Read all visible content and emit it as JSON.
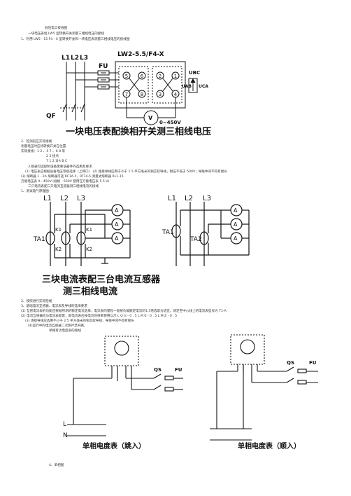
{
  "header": {
    "title": "低压电工接线图",
    "subtitle": "一块电压表经 LW5 型转换开关测量三相线电压的接线",
    "item1": "1、利用 LW5 - 15 F4 - X 型转换开关和一块电压表测量三相线电压的接线图"
  },
  "fig1": {
    "phase_labels": [
      "L1",
      "L2",
      "L3"
    ],
    "switch_model": "LW2-5.5/F4-X",
    "fuse_label": "FU",
    "breaker_label": "QF",
    "voltmeter_symbol": "V",
    "voltmeter_range": "0~450V",
    "ubc": "UBC",
    "uab": "UAB",
    "uca": "UCA",
    "terminals": [
      "1",
      "2",
      "3",
      "4",
      "5",
      "6",
      "7",
      "8"
    ],
    "caption": "一块电压表配换相开关测三相线电压"
  },
  "section2": {
    "line1": "2、检测前应实际接线",
    "line2": "测量电压时应将转换开关在位置",
    "line3": "实际接线：1  2  、5  7 、6  8  等",
    "line4": "2 3 接点",
    "line5": "7 1 2 对A B C",
    "line6": "3.接通可选控制设备需要该器件的选用及要求",
    "line7": "(1) 电压表应根据设备电压等级选择（上网口）    (2) 连接导线应用于小于 1.5 平方毫米的铜芯软导线，耐压不低于 500V；导线中间不得有接头",
    "line8": "(3) 熔断器 1 - 2A 熔断器可选 RC1A-5，RT14-5  测量式熔断器 RL1-15",
    "line9": "万能电压表  0 - 450V  (规格 - 500V 使用在万能电压表 5.5 V)",
    "line10": "二只电流表配二只电流互感器测三相线电流的接线",
    "line11": "1、测试电气原理图"
  },
  "fig2": {
    "left_phases": [
      "L1",
      "L2",
      "L3"
    ],
    "right_phases": [
      "L1",
      "L2",
      "L3"
    ],
    "ta_labels": [
      "TA1",
      "TA2"
    ],
    "k_labels": [
      "K1",
      "K2",
      "K1",
      "K2"
    ],
    "ammeter_symbol": "A",
    "caption_line1": "三块电流表配三台电流互感器",
    "caption_line2": "测三相线电流"
  },
  "section3": {
    "line1": "2、按照进行实际检线",
    "line2": "3、基础电流互感器、电流表及导线的选择要求",
    "line3": "(1) 互感电流表的功能应根据所测的额定电流选择，电流表的量程一般按负载额定电流的1.5倍选取为适宜，测定至中心线上的电流表型号为 T1-A",
    "line4": "(2) 电流互感器应与电流表配套，即电流表应按电流的倍率使用以示  L Q G - 0 . 5   L M K - 0 . 5   L M Z - 0 . 5",
    "line5": "(3) 连接导线应选用不小于 2.5 平方毫米的铜芯软导线，导线中间不得有接头",
    "line6": "(4)运行中的电流互感器二次侧严禁开路。",
    "line7": "单相有功电度表的接线"
  },
  "fig3": {
    "qs_label": "QS",
    "fu_label": "FU",
    "l_label": "L",
    "n_label": "N",
    "caption_left": "单相电度表（跳入）",
    "caption_right": "单相电度表（顺入）"
  },
  "footer": {
    "line1": "4、单相图"
  }
}
